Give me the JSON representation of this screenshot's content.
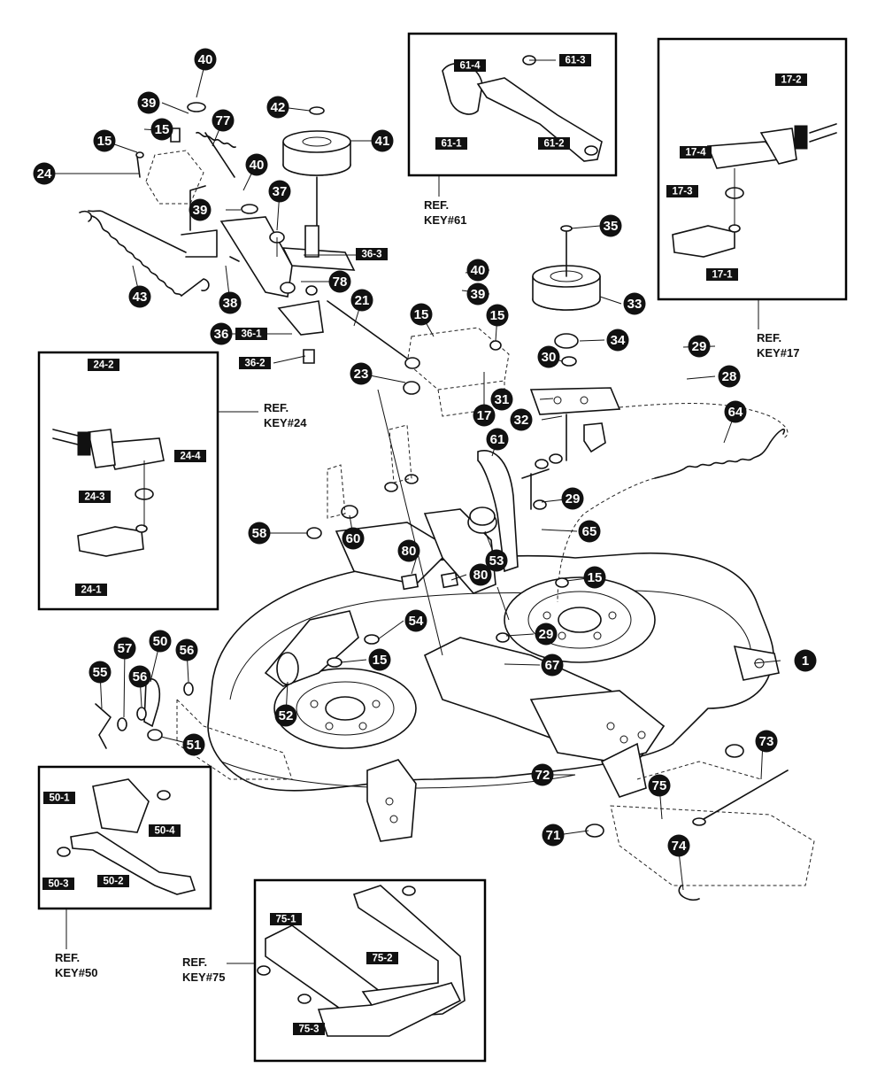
{
  "callouts": [
    "1",
    "15",
    "15",
    "15",
    "15",
    "15",
    "15",
    "17",
    "21",
    "23",
    "24",
    "28",
    "29",
    "29",
    "29",
    "30",
    "31",
    "32",
    "33",
    "34",
    "35",
    "36",
    "37",
    "38",
    "39",
    "39",
    "39",
    "40",
    "40",
    "40",
    "41",
    "42",
    "43",
    "50",
    "51",
    "52",
    "53",
    "54",
    "55",
    "56",
    "56",
    "57",
    "58",
    "60",
    "61",
    "64",
    "65",
    "67",
    "71",
    "72",
    "73",
    "74",
    "75",
    "77",
    "78",
    "80",
    "80"
  ],
  "tags": [
    "61-1",
    "61-2",
    "61-3",
    "61-4",
    "17-1",
    "17-2",
    "17-3",
    "17-4",
    "24-1",
    "24-2",
    "24-3",
    "24-4",
    "50-1",
    "50-2",
    "50-3",
    "50-4",
    "75-1",
    "75-2",
    "75-3",
    "36-1",
    "36-2",
    "36-3"
  ],
  "references": [
    {
      "ref": "REF.",
      "key": "KEY#61"
    },
    {
      "ref": "REF.",
      "key": "KEY#17"
    },
    {
      "ref": "REF.",
      "key": "KEY#24"
    },
    {
      "ref": "REF.",
      "key": "KEY#50"
    },
    {
      "ref": "REF.",
      "key": "KEY#75"
    }
  ]
}
